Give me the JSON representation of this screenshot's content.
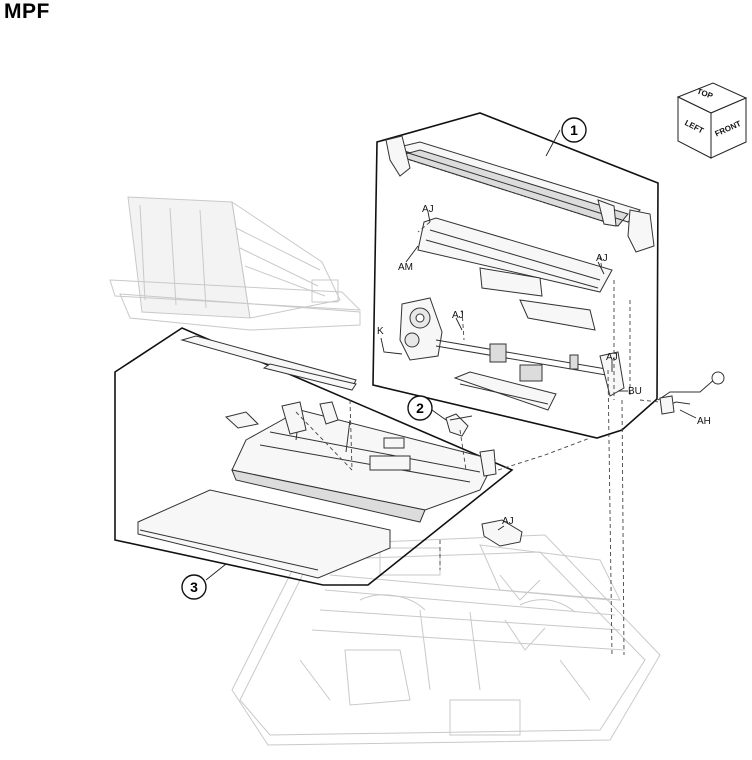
{
  "page": {
    "title": "MPF"
  },
  "orientation_cube": {
    "top": "TOP",
    "left": "LEFT",
    "front": "FRONT"
  },
  "callouts": [
    {
      "id": "1"
    },
    {
      "id": "2"
    },
    {
      "id": "3"
    }
  ],
  "labels": {
    "aj_top": "AJ",
    "am": "AM",
    "aj_right": "AJ",
    "aj_mid": "AJ",
    "k": "K",
    "aj_lower_right": "AJ",
    "bu": "BU",
    "ah": "AH",
    "aj_bottom": "AJ"
  }
}
